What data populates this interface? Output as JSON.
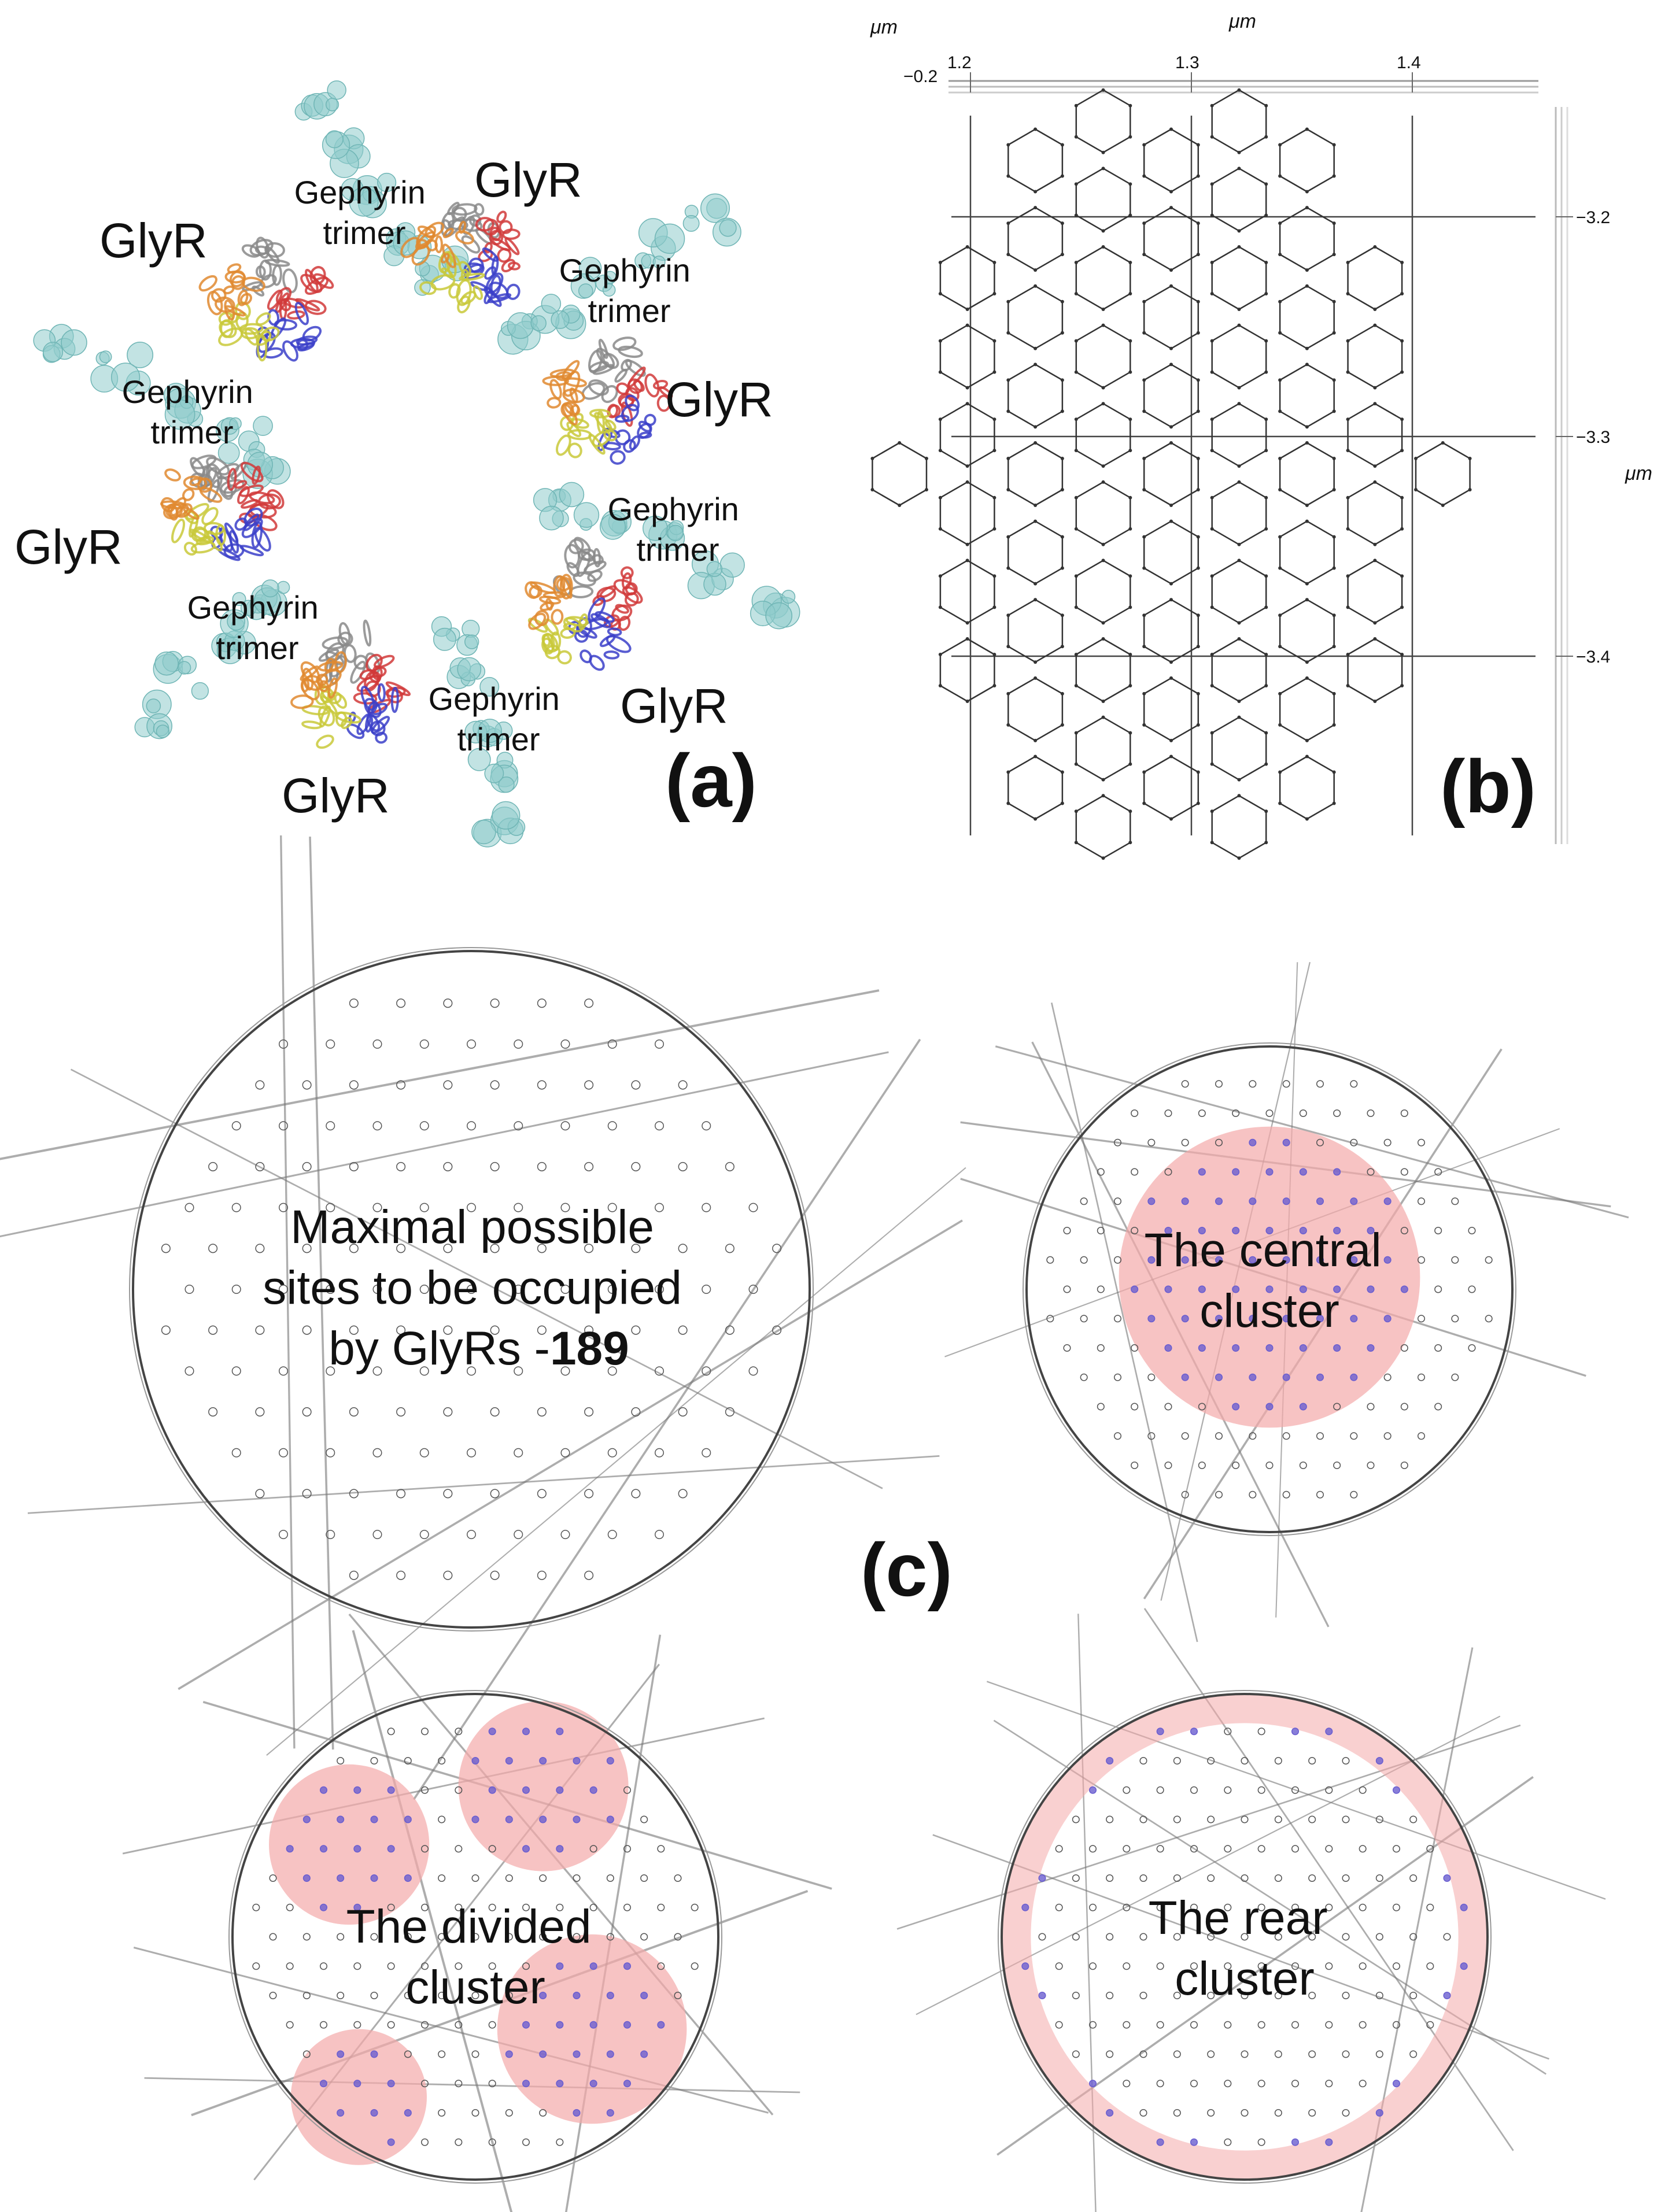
{
  "panel_a": {
    "glyr_label": "GlyR",
    "gephyrin_line1": "Gephyrin",
    "gephyrin_line2": "trimer",
    "panel_label": "(a)",
    "subunit_colors": [
      "#8a8a8a",
      "#d13a3a",
      "#3b3fc9",
      "#c9c93a",
      "#e08a30"
    ],
    "gephyrin_color": "#8fcccc"
  },
  "panel_b": {
    "axis_unit": "μm",
    "x_ticks": [
      "1.2",
      "1.3",
      "1.4"
    ],
    "z_tick": "−0.2",
    "y_ticks": [
      "−3.2",
      "−3.3",
      "−3.4"
    ],
    "panel_label": "(b)"
  },
  "panel_c": {
    "panel_label": "(c)",
    "maximal": {
      "line1": "Maximal possible",
      "line2": "sites to be occupied",
      "line3_prefix": "by GlyRs -",
      "line3_bold": "189"
    },
    "central": {
      "line1": "The central",
      "line2": "cluster"
    },
    "divided": {
      "line1": "The divided",
      "line2": "cluster"
    },
    "rear": {
      "line1": "The rear",
      "line2": "cluster"
    },
    "highlight_color": "#f4a9a9",
    "occupied_dot_color": "#6a5ed0"
  }
}
